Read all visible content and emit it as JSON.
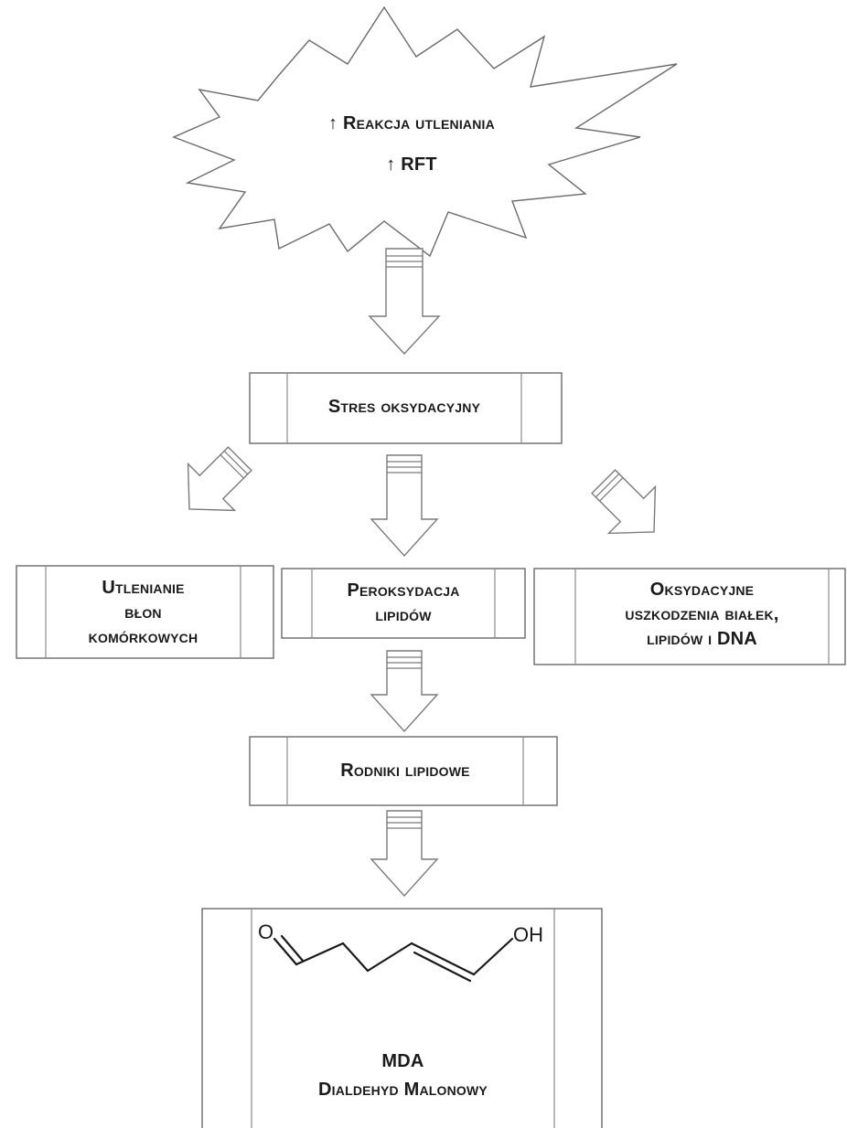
{
  "burst": {
    "line1": "↑ Reakcja utleniania",
    "line2": "↑ RFT"
  },
  "boxes": {
    "stres": "Stres oksydacyjny",
    "utlenianie": [
      "Utlenianie",
      "błon",
      "komórkowych"
    ],
    "peroksydacja": [
      "Peroksydacja",
      "lipidów"
    ],
    "oksydacyjne": [
      "Oksydacyjne",
      "uszkodzenia białek,",
      "lipidów i DNA"
    ],
    "rodniki": "Rodniki lipidowe",
    "mda": {
      "atom_o": "O",
      "atom_oh": "OH",
      "abbr": "MDA",
      "name": "Dialdehyd Malonowy"
    }
  }
}
